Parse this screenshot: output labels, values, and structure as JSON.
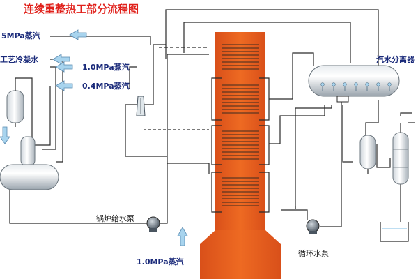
{
  "title": "连续重整热工部分流程图",
  "labels": {
    "steam_35": "5MPa蒸汽",
    "process_condensate": "工艺冷凝水",
    "steam_1_0_top": "1.0MPa蒸汽",
    "steam_0_4": "0.4MPa蒸汽",
    "steam_drum": "汽水分离器",
    "boiler_feed_pump": "锅炉给水泵",
    "circulating_pump": "循环水泵",
    "steam_1_0_bottom": "1.0MPa蒸汽"
  },
  "colors": {
    "title": "#e0201a",
    "furnace": "#e8601c",
    "flow_arrow": "#a8d4ee",
    "pipe": "#2a2a2a"
  }
}
